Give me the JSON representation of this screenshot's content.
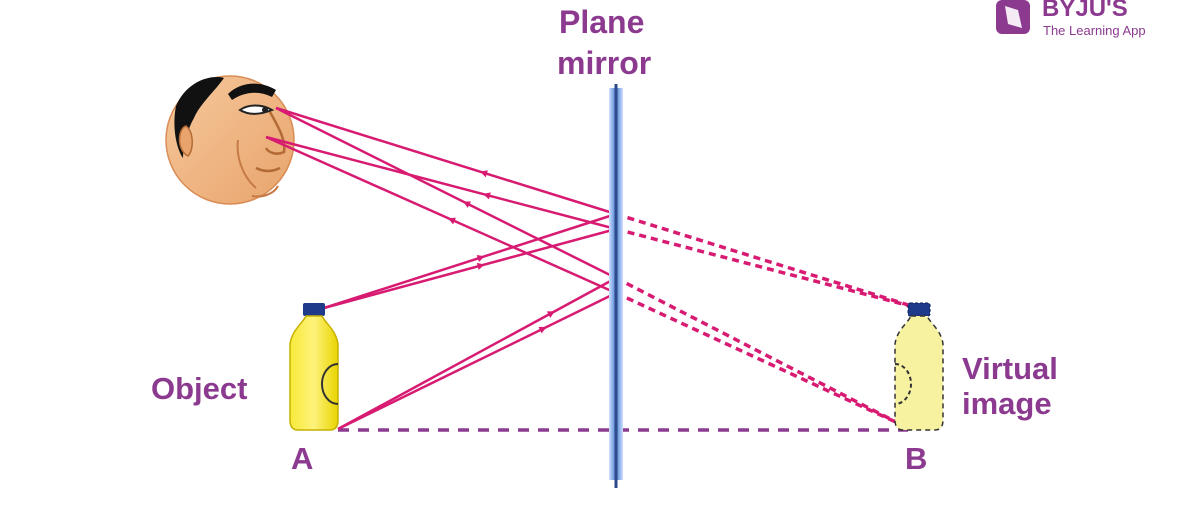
{
  "labels": {
    "mirror_line1": "Plane",
    "mirror_line2": "mirror",
    "object": "Object",
    "virtual_line1": "Virtual",
    "virtual_line2": "image",
    "point_a": "A",
    "point_b": "B"
  },
  "brand": {
    "name": "BYJU'S",
    "tagline": "The Learning App"
  },
  "colors": {
    "label": "#8b3a8f",
    "ray": "#d81b72",
    "mirror": "#5b8fd6",
    "bottle": "#f2e21a",
    "virtual_bottle": "#f7f2a0",
    "cap": "#1f3a8a",
    "skin": "#f2b98a"
  }
}
